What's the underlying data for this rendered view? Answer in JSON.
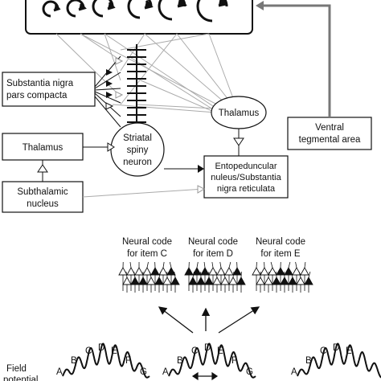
{
  "top_diagram": {
    "boxes": {
      "snc_line1": "Substantia nigra",
      "snc_line2": "pars compacta",
      "thal_right": "Thalamus",
      "vta_line1": "Ventral",
      "vta_line2": "tegmental area",
      "thal_left": "Thalamus",
      "ssn_line1": "Striatal",
      "ssn_line2": "spiny",
      "ssn_line3": "neuron",
      "entop_line1": "Entopeduncular",
      "entop_line2": "nuleus/Substantia",
      "entop_line3": "nigra reticulata",
      "stn_line1": "Subthalamic",
      "stn_line2": "nucleus"
    }
  },
  "bottom_diagram": {
    "codes": [
      {
        "line1": "Neural code",
        "line2": "for item C"
      },
      {
        "line1": "Neural code",
        "line2": "for item D"
      },
      {
        "line1": "Neural code",
        "line2": "for item E"
      }
    ],
    "field_label": [
      "Field",
      "potential"
    ],
    "wave_letters": [
      "A",
      "B",
      "C",
      "D",
      "E",
      "F",
      "G"
    ]
  }
}
